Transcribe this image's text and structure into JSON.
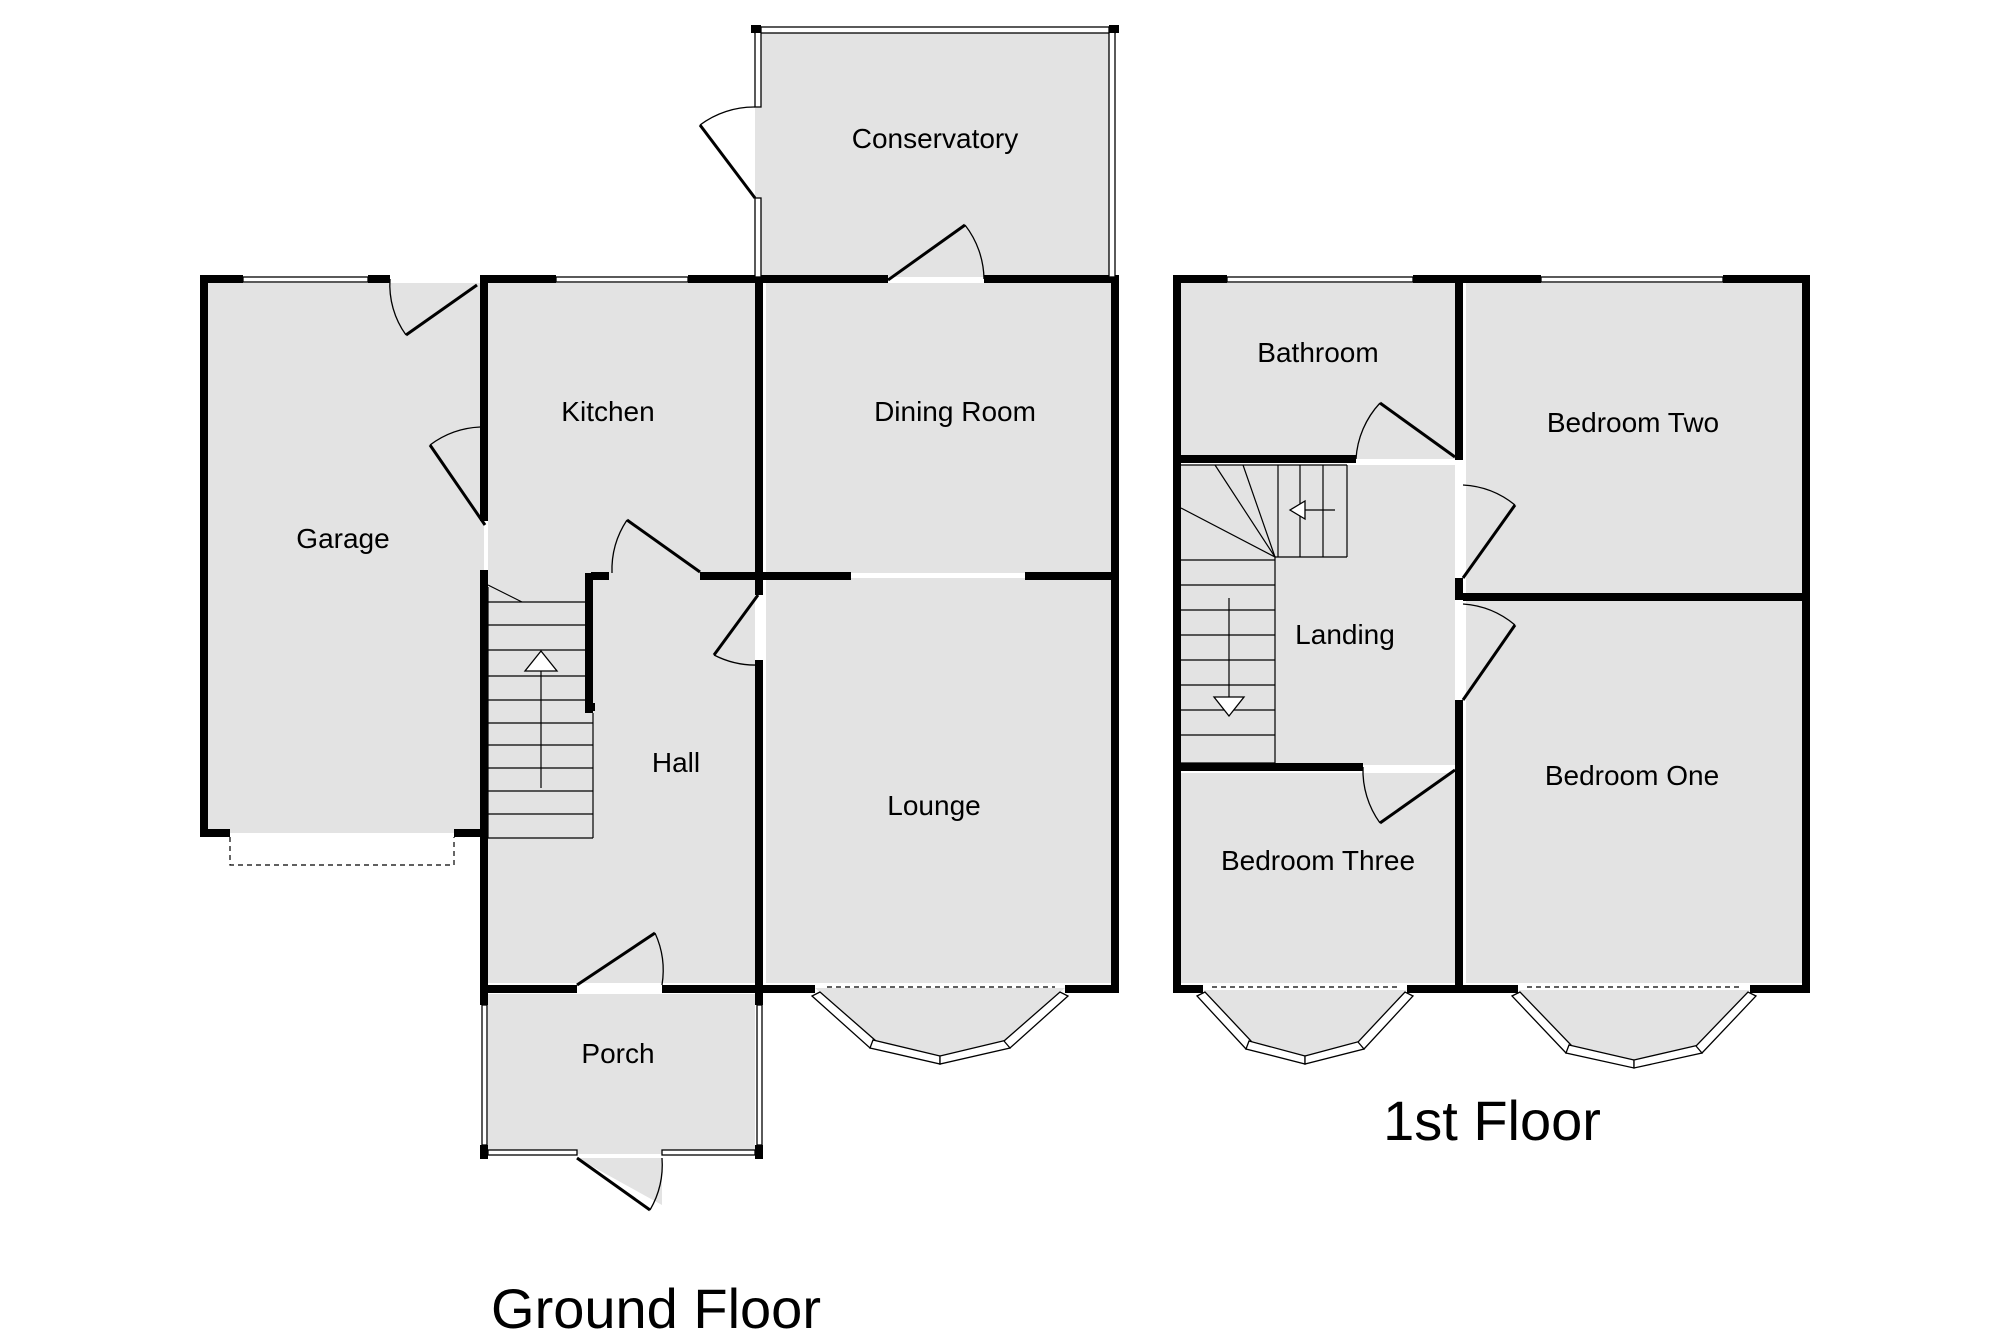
{
  "rooms": {
    "conservatory": "Conservatory",
    "garage": "Garage",
    "kitchen": "Kitchen",
    "dining_room": "Dining Room",
    "hall": "Hall",
    "lounge": "Lounge",
    "porch": "Porch",
    "bathroom": "Bathroom",
    "bedroom_two": "Bedroom Two",
    "landing": "Landing",
    "bedroom_one": "Bedroom One",
    "bedroom_three": "Bedroom Three"
  },
  "floors": {
    "ground": "Ground Floor",
    "first": "1st Floor"
  },
  "colors": {
    "room_fill": "#e3e3e3",
    "wall": "#000000"
  }
}
